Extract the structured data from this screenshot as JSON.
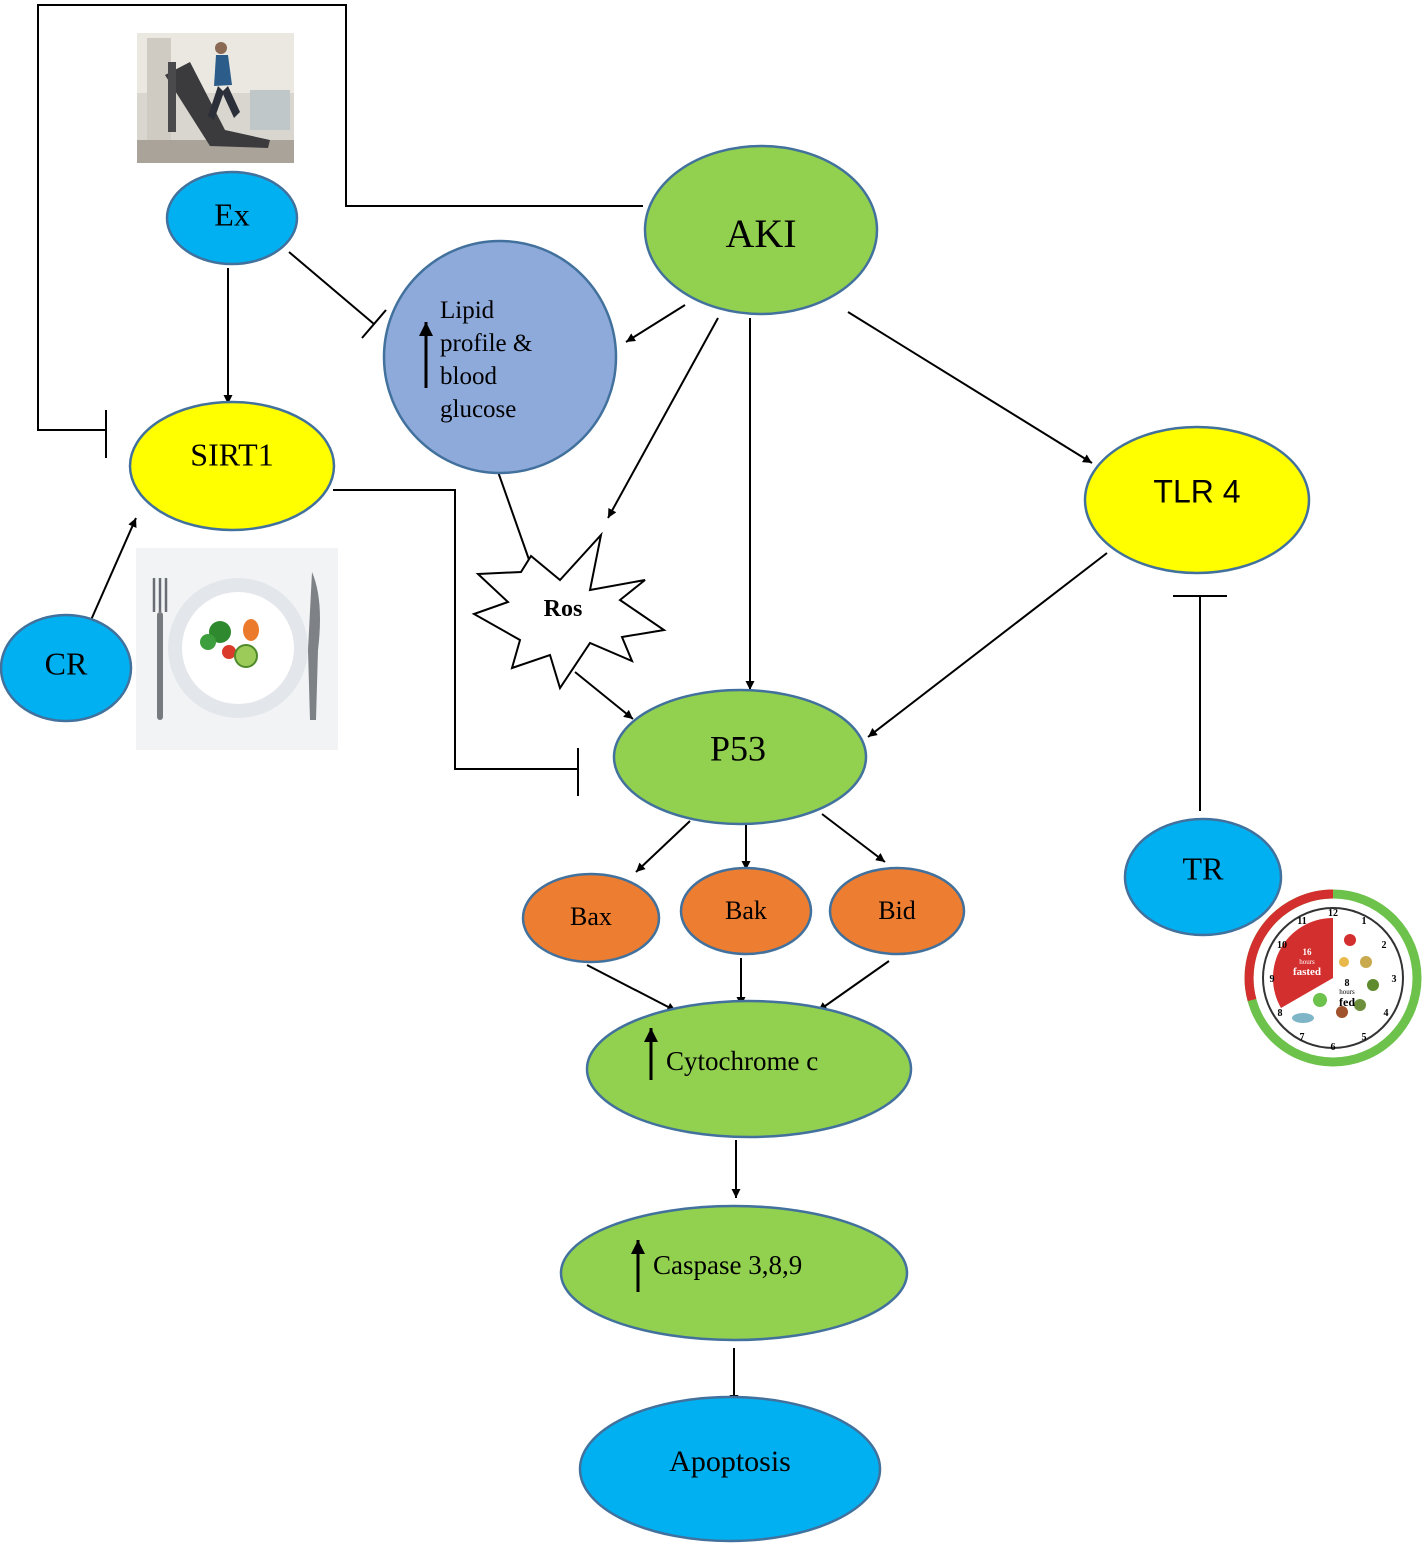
{
  "nodes": {
    "aki": "AKI",
    "ex": "Ex",
    "sirt1": "SIRT1",
    "cr": "CR",
    "lipid_line1": "Lipid",
    "lipid_line2": "profile &",
    "lipid_line3": "blood",
    "lipid_line4": "glucose",
    "ros": "Ros",
    "tlr4": "TLR 4",
    "p53": "P53",
    "tr": "TR",
    "bax": "Bax",
    "bak": "Bak",
    "bid": "Bid",
    "cytochrome": "Cytochrome c",
    "caspase": "Caspase 3,8,9",
    "apoptosis": "Apoptosis"
  },
  "clock_labels": {
    "fasted_hours": "16",
    "fasted_unit": "hours",
    "fasted_word": "fasted",
    "fed_hours": "8",
    "fed_unit": "hours",
    "fed_word": "fed",
    "n12": "12",
    "n1": "1",
    "n2": "2",
    "n3": "3",
    "n4": "4",
    "n5": "5",
    "n6": "6",
    "n7": "7",
    "n8": "8",
    "n9": "9",
    "n10": "10",
    "n11": "11"
  },
  "colors": {
    "green": "#92d050",
    "blue": "#00b0f0",
    "yellow": "#ffff00",
    "orange": "#ed7d31",
    "lavender": "#8eaadb",
    "stroke": "#41719c"
  },
  "icons": {
    "exercise_photo": "treadmill-runner-image",
    "calorie_restriction_photo": "plate-fork-knife-image",
    "time_restricted_clock": "fasting-clock-image"
  }
}
